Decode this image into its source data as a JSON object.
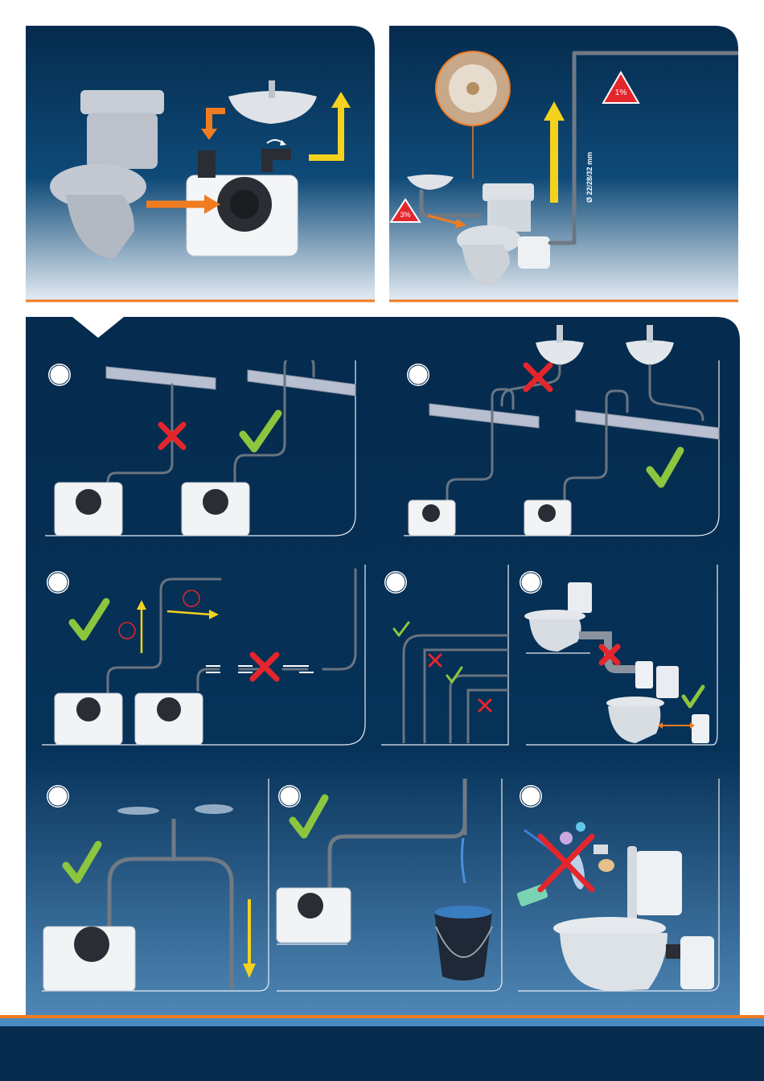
{
  "top_right": {
    "pipe_diameter_label": "Ø 22/28/32 mm",
    "slope_badges": [
      "1%",
      "3%"
    ]
  },
  "colors": {
    "navy": "#052b4d",
    "orange": "#f07c21",
    "yellow": "#f4d21e",
    "green": "#8cc63f",
    "red": "#e4262c"
  },
  "icons": {
    "correct": "check-icon",
    "incorrect": "cross-icon",
    "flow": "arrow-icon",
    "rotate": "rotate-arrow-icon"
  }
}
